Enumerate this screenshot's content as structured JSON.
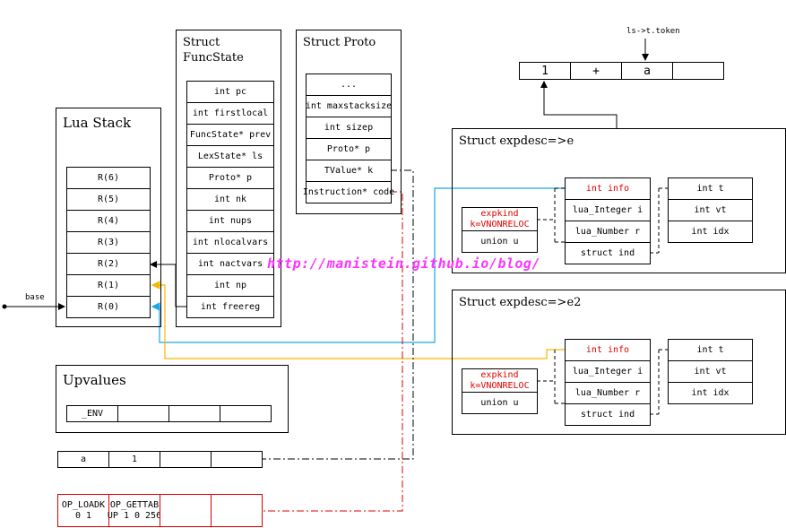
{
  "lua_stack": {
    "title": "Lua Stack",
    "slots": [
      "R(6)",
      "R(5)",
      "R(4)",
      "R(3)",
      "R(2)",
      "R(1)",
      "R(0)"
    ],
    "base_label": "base"
  },
  "funcstate": {
    "title": "Struct\nFuncState",
    "fields": [
      "int pc",
      "int firstlocal",
      "FuncState* prev",
      "LexState* ls",
      "Proto* p",
      "int nk",
      "int nups",
      "int nlocalvars",
      "int nactvars",
      "int np",
      "int freereg"
    ]
  },
  "proto": {
    "title": "Struct Proto",
    "fields": [
      "...",
      "int maxstacksize",
      "int sizep",
      "Proto* p",
      "TValue* k",
      "Instruction* code"
    ]
  },
  "token": {
    "label": "ls->t.token",
    "cells": [
      "1",
      "+",
      "a",
      ""
    ]
  },
  "expdesc_e": {
    "title": "Struct expdesc=>e",
    "kind": "expkind\nk=VNONRELOC",
    "union": "union u",
    "union_fields": [
      "int info",
      "lua_Integer i",
      "lua_Number r",
      "struct ind"
    ],
    "ind_fields": [
      "int t",
      "int vt",
      "int idx"
    ]
  },
  "expdesc_e2": {
    "title": "Struct expdesc=>e2",
    "kind": "expkind\nk=VNONRELOC",
    "union": "union u",
    "union_fields": [
      "int info",
      "lua_Integer i",
      "lua_Number r",
      "struct ind"
    ],
    "ind_fields": [
      "int t",
      "int vt",
      "int idx"
    ]
  },
  "upvalues": {
    "title": "Upvalues",
    "cells": [
      "_ENV",
      "",
      "",
      ""
    ]
  },
  "constants": {
    "cells": [
      "a",
      "1",
      "",
      ""
    ]
  },
  "code": {
    "cells": [
      "OP_LOADK\n0 1",
      "OP_GETTAB\nUP 1 0 256",
      "",
      ""
    ]
  },
  "watermark": "http://manistein.github.io/blog/",
  "colors": {
    "red": "#e00000",
    "blue": "#1aa7e6",
    "yellow": "#f5b800",
    "magenta": "#ff33ff"
  }
}
